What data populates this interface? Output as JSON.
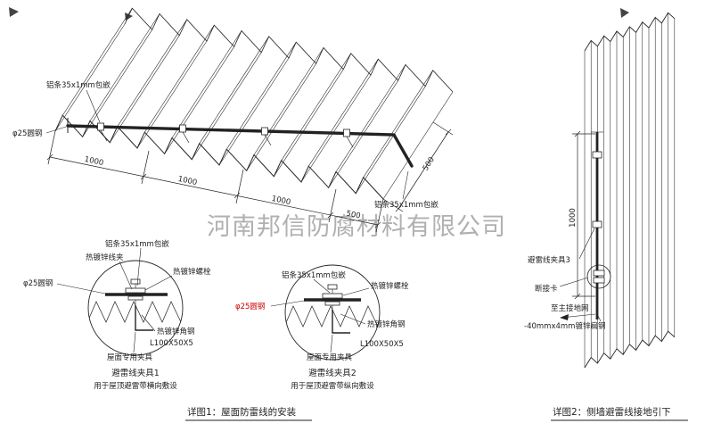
{
  "watermark": "河南邦信防腐材料有限公司",
  "colors": {
    "line": "#222222",
    "red": "#cc0000",
    "watermark": "#a3a3a3"
  },
  "main_view": {
    "label_aluminum_strip_top": "铝条35x1mm包嵌",
    "label_round_steel": "φ25圆钢",
    "label_aluminum_strip_right": "铝条35x1mm包嵌",
    "dim_1000_a": "1000",
    "dim_1000_b": "1000",
    "dim_1000_c": "1000",
    "dim_500_bottom": "500",
    "dim_500_right": "500"
  },
  "detail_1": {
    "label_galv_wire_clamp": "热镀锌线夹",
    "label_aluminum_strip": "铝条35x1mm包嵌",
    "label_galv_bolt": "热镀锌螺栓",
    "label_round_steel": "φ25圆钢",
    "label_galv_angle_steel": "热镀锌角钢",
    "label_angle_spec": "L100X50X5",
    "label_roof_fixture": "屋面专用夹具",
    "title": "避雷线夹具1",
    "subtitle": "用于屋顶避雷带横向敷设"
  },
  "detail_2": {
    "label_aluminum_strip": "铝条35x1mm包嵌",
    "label_galv_bolt": "热镀锌螺栓",
    "label_round_steel": "φ25圆钢",
    "label_galv_angle_steel": "热镀锌角钢",
    "label_angle_spec": "L100X50X5",
    "label_roof_fixture": "屋面专用夹具",
    "title": "避雷线夹具2",
    "subtitle": "用于屋顶避雷带纵向敷设"
  },
  "wall_view": {
    "dim_1000": "1000",
    "label_clamp_3": "避雷线夹具3",
    "label_disconnect_card": "断接卡",
    "label_to_main_ground": "至主接地网",
    "label_flat_steel": "-40mmx4mm镀锌扁钢"
  },
  "captions": {
    "detail_1": "详图1：屋面防雷线的安装",
    "detail_2": "详图2：侧墙避雷线接地引下"
  }
}
